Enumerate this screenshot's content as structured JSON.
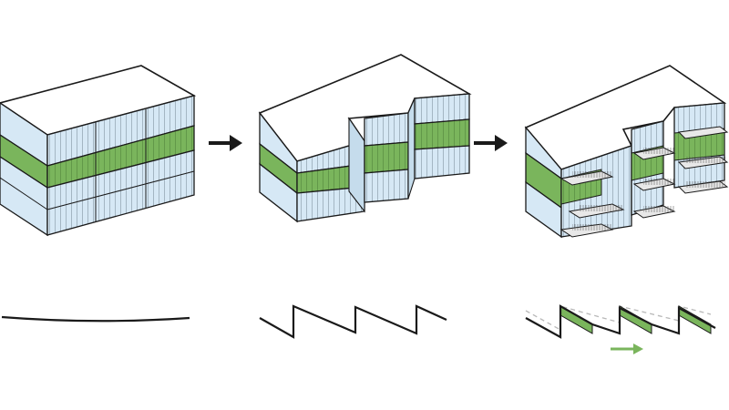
{
  "diagram": {
    "stages": [
      {
        "id": "stage-1",
        "form": "straight-bar",
        "plan_line": "straight"
      },
      {
        "id": "stage-2",
        "form": "sawtooth-stepped",
        "plan_line": "sawtooth"
      },
      {
        "id": "stage-3",
        "form": "sawtooth-with-balconies",
        "plan_line": "sawtooth-with-offset"
      }
    ],
    "transitions": 2,
    "colors": {
      "roof": "#ffffff",
      "glass": "#d6e8f5",
      "glass_strip": "#c5dcec",
      "accent_floor": "#7ab55c",
      "accent_dark": "#5e9446",
      "outline": "#1a1a1a",
      "dashed": "#b8b8b8",
      "arrow": "#1a1a1a",
      "shift_arrow": "#7ab55c"
    }
  }
}
